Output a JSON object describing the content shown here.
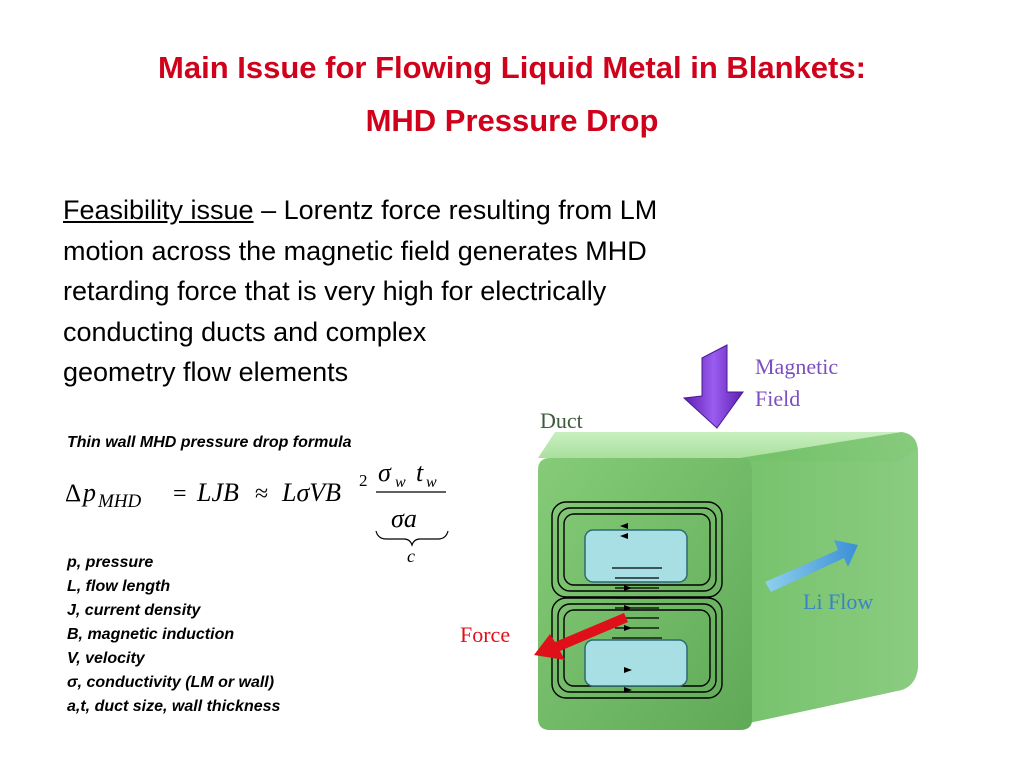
{
  "slide": {
    "title_line1": "Main Issue for Flowing Liquid Metal in Blankets:",
    "title_line2": "MHD Pressure Drop",
    "body_underlined": "Feasibility issue",
    "body_lines": [
      " – Lorentz force resulting from LM",
      "motion across the magnetic field generates MHD",
      "retarding force that is very high for electrically",
      "conducting ducts and complex",
      "geometry flow elements"
    ],
    "formula_title": "Thin wall MHD pressure drop formula",
    "formula": {
      "delta": "Δ",
      "p": "p",
      "sub_mhd": "MHD",
      "eq": "=",
      "ljb": "LJB",
      "approx": "≈",
      "lsvb": "LσVB",
      "sup2": "2",
      "sigma_w": "σ",
      "w1": "w",
      "t": "t",
      "w2": "w",
      "sigma_a": "σa",
      "c": "c"
    },
    "legend": [
      "p, pressure",
      "L, flow length",
      "J, current density",
      "B, magnetic induction",
      "V, velocity",
      "σ, conductivity (LM or wall)",
      "a,t, duct size, wall thickness"
    ],
    "diagram": {
      "magnetic_field_1": "Magnetic",
      "magnetic_field_2": "Field",
      "duct": "Duct",
      "li_flow": "Li Flow",
      "force": "Force"
    }
  }
}
